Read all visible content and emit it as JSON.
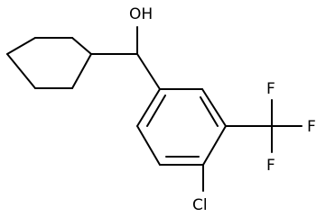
{
  "molecule": {
    "atom_labels": {
      "hydroxyl": "OH",
      "chlorine": "Cl",
      "fluorine_top": "F",
      "fluorine_right": "F",
      "fluorine_bottom": "F"
    },
    "colors": {
      "bond": "#000000",
      "label": "#000000",
      "background": "#ffffff"
    }
  }
}
